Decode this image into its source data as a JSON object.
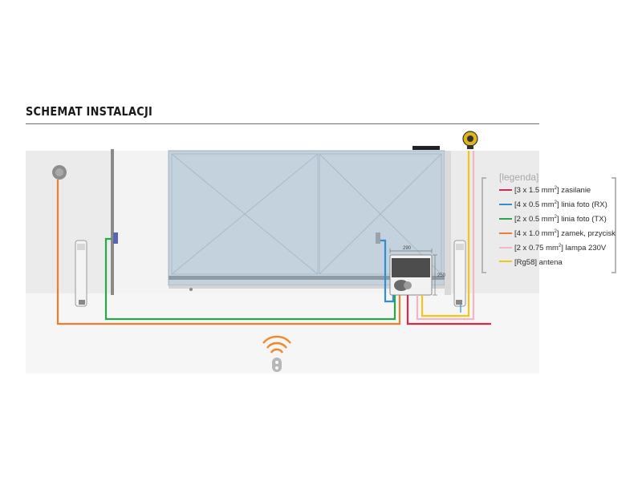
{
  "title": "SCHEMAT INSTALACJI",
  "legend": {
    "title": "[legenda]",
    "items": [
      {
        "pre": "[3 x 1.5 mm",
        "sup": "2",
        "post": "] zasilanie",
        "color": "#d62a4b"
      },
      {
        "pre": "[4 x 0.5 mm",
        "sup": "2",
        "post": "] linia foto (RX)",
        "color": "#2f8fd0"
      },
      {
        "pre": "[2 x 0.5 mm",
        "sup": "2",
        "post": "] linia foto (TX)",
        "color": "#25a84a"
      },
      {
        "pre": "[4 x 1.0 mm",
        "sup": "2",
        "post": "] zamek, przycisk",
        "color": "#ef7d2d"
      },
      {
        "pre": "[2 x 0.75 mm",
        "sup": "2",
        "post": "] lampa 230V",
        "color": "#f4b6c4"
      },
      {
        "pre": "[Rg58] antena",
        "sup": "",
        "post": "",
        "color": "#f2c51a"
      }
    ]
  },
  "dimensions": {
    "width": "290",
    "height": "250"
  },
  "colors": {
    "power": "#d62a4b",
    "photo_rx": "#2f8fd0",
    "photo_tx": "#25a84a",
    "lock": "#ef7d2d",
    "lamp": "#f4b6c4",
    "antenna": "#f2c51a",
    "gate": "#bccfdc",
    "wall": "#ececec"
  }
}
